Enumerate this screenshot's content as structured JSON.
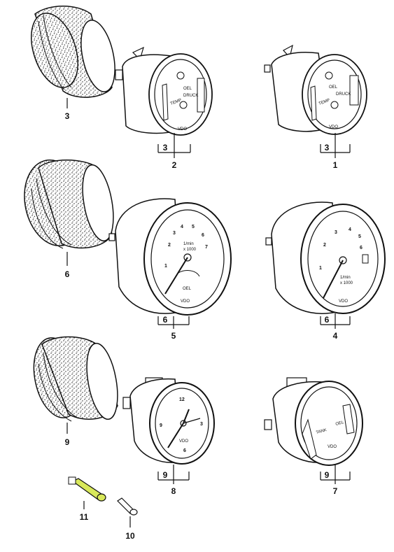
{
  "callouts": {
    "c1": "1",
    "c2": "2",
    "c3a": "3",
    "c3b": "3",
    "c3c": "3",
    "c4": "4",
    "c5": "5",
    "c6a": "6",
    "c6b": "6",
    "c6c": "6",
    "c7": "7",
    "c8": "8",
    "c9a": "9",
    "c9b": "9",
    "c9c": "9",
    "c10": "10",
    "c11": "11"
  },
  "gauge_face_text": {
    "temp": "TEMP",
    "oel": "OEL",
    "druck": "DRUCK",
    "vdo": "VDO",
    "tank": "TANK",
    "oel_upper": "OEL",
    "rpm_unit": "1/min",
    "rpm_scale": "x 1000"
  },
  "dial_numbers": {
    "tach": [
      "1",
      "2",
      "3",
      "4",
      "5",
      "6",
      "7"
    ],
    "clock": [
      "12",
      "3",
      "6",
      "9"
    ]
  },
  "colors": {
    "ink": "#111111",
    "paper": "#ffffff",
    "highlight": "#d8e85a"
  }
}
